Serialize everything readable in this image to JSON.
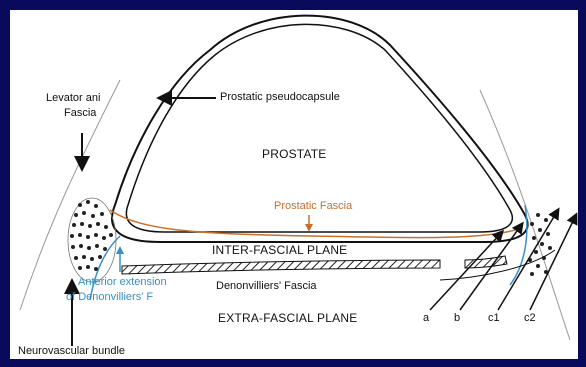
{
  "labels": {
    "levator_ani_line1": "Levator ani",
    "levator_ani_line2": "Fascia",
    "pseudocapsule": "Prostatic pseudocapsule",
    "prostate": "PROSTATE",
    "prostatic_fascia": "Prostatic Fascia",
    "inter_fascial_plane": "INTER-FASCIAL PLANE",
    "denonvilliers_fascia": "Denonvilliers' Fascia",
    "anterior_extension_line1": "Anterior extension",
    "anterior_extension_line2": "of Denonvilliers' F",
    "extra_fascial_plane": "EXTRA-FASCIAL PLANE",
    "neurovascular_bundle": "Neurovascular bundle",
    "plane_a": "a",
    "plane_b": "b",
    "plane_c1": "c1",
    "plane_c2": "c2"
  },
  "colors": {
    "background": "#0a0a5a",
    "panel": "#ffffff",
    "prostatic_fascia": "#c8702a",
    "anterior_extension": "#3a8fc4",
    "outline": "#111111"
  }
}
